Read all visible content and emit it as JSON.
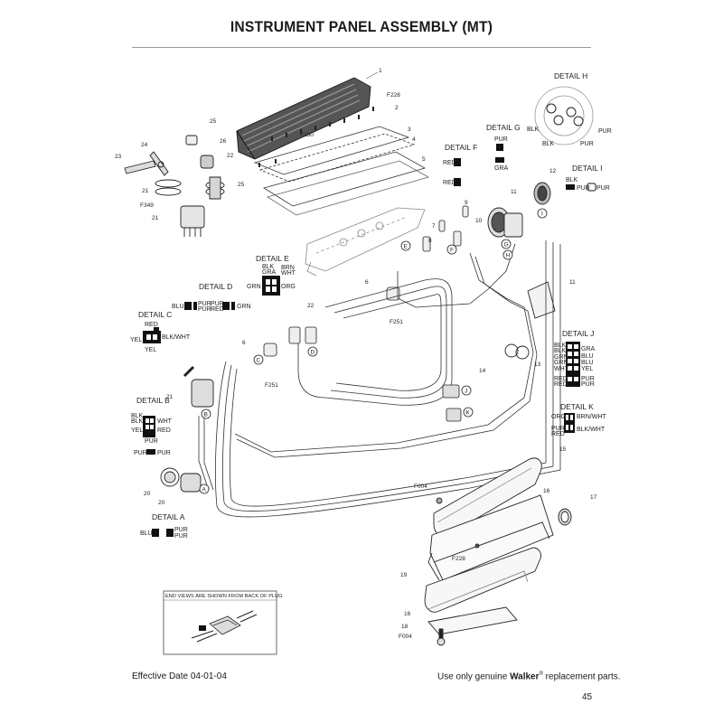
{
  "title": "INSTRUMENT PANEL ASSEMBLY (MT)",
  "footer": {
    "effective_date": "Effective Date 04-01-04",
    "replacement_prefix": "Use only genuine ",
    "brand": "Walker",
    "registered": "®",
    "replacement_suffix": " replacement parts.",
    "page_number": "45"
  },
  "end_view_note": "END VIEWS ARE SHOWN FROM BACK OF PLUG",
  "details": {
    "a": {
      "title": "DETAIL A",
      "wires": [
        "BLU",
        "PUR",
        "PUR"
      ]
    },
    "b": {
      "title": "DETAIL B",
      "wires": [
        "BLK",
        "BLK",
        "WHT",
        "YEL",
        "RED",
        "PUR",
        "PUR",
        "PUR"
      ]
    },
    "c": {
      "title": "DETAIL C",
      "wires": [
        "RED",
        "YEL",
        "BLK/WHT",
        "YEL"
      ]
    },
    "d": {
      "title": "DETAIL D",
      "wires": [
        "BLU",
        "PUR",
        "PUR",
        "PUR",
        "RED",
        "GRN"
      ]
    },
    "e": {
      "title": "DETAIL E",
      "wires": [
        "BLK",
        "GRA",
        "BRN",
        "WHT",
        "GRN",
        "ORG"
      ]
    },
    "f": {
      "title": "DETAIL F",
      "wires": [
        "RED",
        "RED"
      ]
    },
    "g": {
      "title": "DETAIL G",
      "wires": [
        "PUR",
        "GRA"
      ]
    },
    "h": {
      "title": "DETAIL H",
      "wires": [
        "BLK",
        "PUR",
        "BLK",
        "PUR"
      ]
    },
    "i": {
      "title": "DETAIL I",
      "wires": [
        "BLK",
        "PUR",
        "PUR"
      ]
    },
    "j": {
      "title": "DETAIL J",
      "wires": [
        "BLK",
        "BLK",
        "GRN",
        "GRN",
        "WHT",
        "RED",
        "RED",
        "GRA",
        "BLU",
        "BLU",
        "YEL",
        "PUR",
        "PUR"
      ]
    },
    "k": {
      "title": "DETAIL K",
      "wires": [
        "ORG",
        "BRN/WHT",
        "PUR",
        "RED",
        "BLK/WHT"
      ]
    }
  },
  "callouts": {
    "c1": "1",
    "c2": "2",
    "c3": "3",
    "c4": "4",
    "c5": "5",
    "c6a": "6",
    "c6b": "6",
    "c7": "7",
    "c8": "8",
    "c9": "9",
    "c10": "10",
    "c11a": "11",
    "c11b": "11",
    "c12": "12",
    "c13": "13",
    "c14": "14",
    "c15": "15",
    "c16a": "16",
    "c16b": "16",
    "c17": "17",
    "c18": "18",
    "c19": "19",
    "c20a": "20",
    "c20b": "20",
    "c21a": "21",
    "c21b": "21",
    "c21c": "21",
    "c22a": "22",
    "c22b": "22",
    "c23": "23",
    "c24": "24",
    "c25a": "25",
    "c25b": "25",
    "c26": "26",
    "f228a": "F228",
    "f228b": "F228",
    "f250": "F250",
    "f251a": "F251",
    "f251b": "F251",
    "f349": "F349",
    "f004a": "F004",
    "f004b": "F004"
  },
  "connector_letters": [
    "A",
    "B",
    "C",
    "D",
    "E",
    "F",
    "G",
    "H",
    "I",
    "J",
    "K"
  ]
}
